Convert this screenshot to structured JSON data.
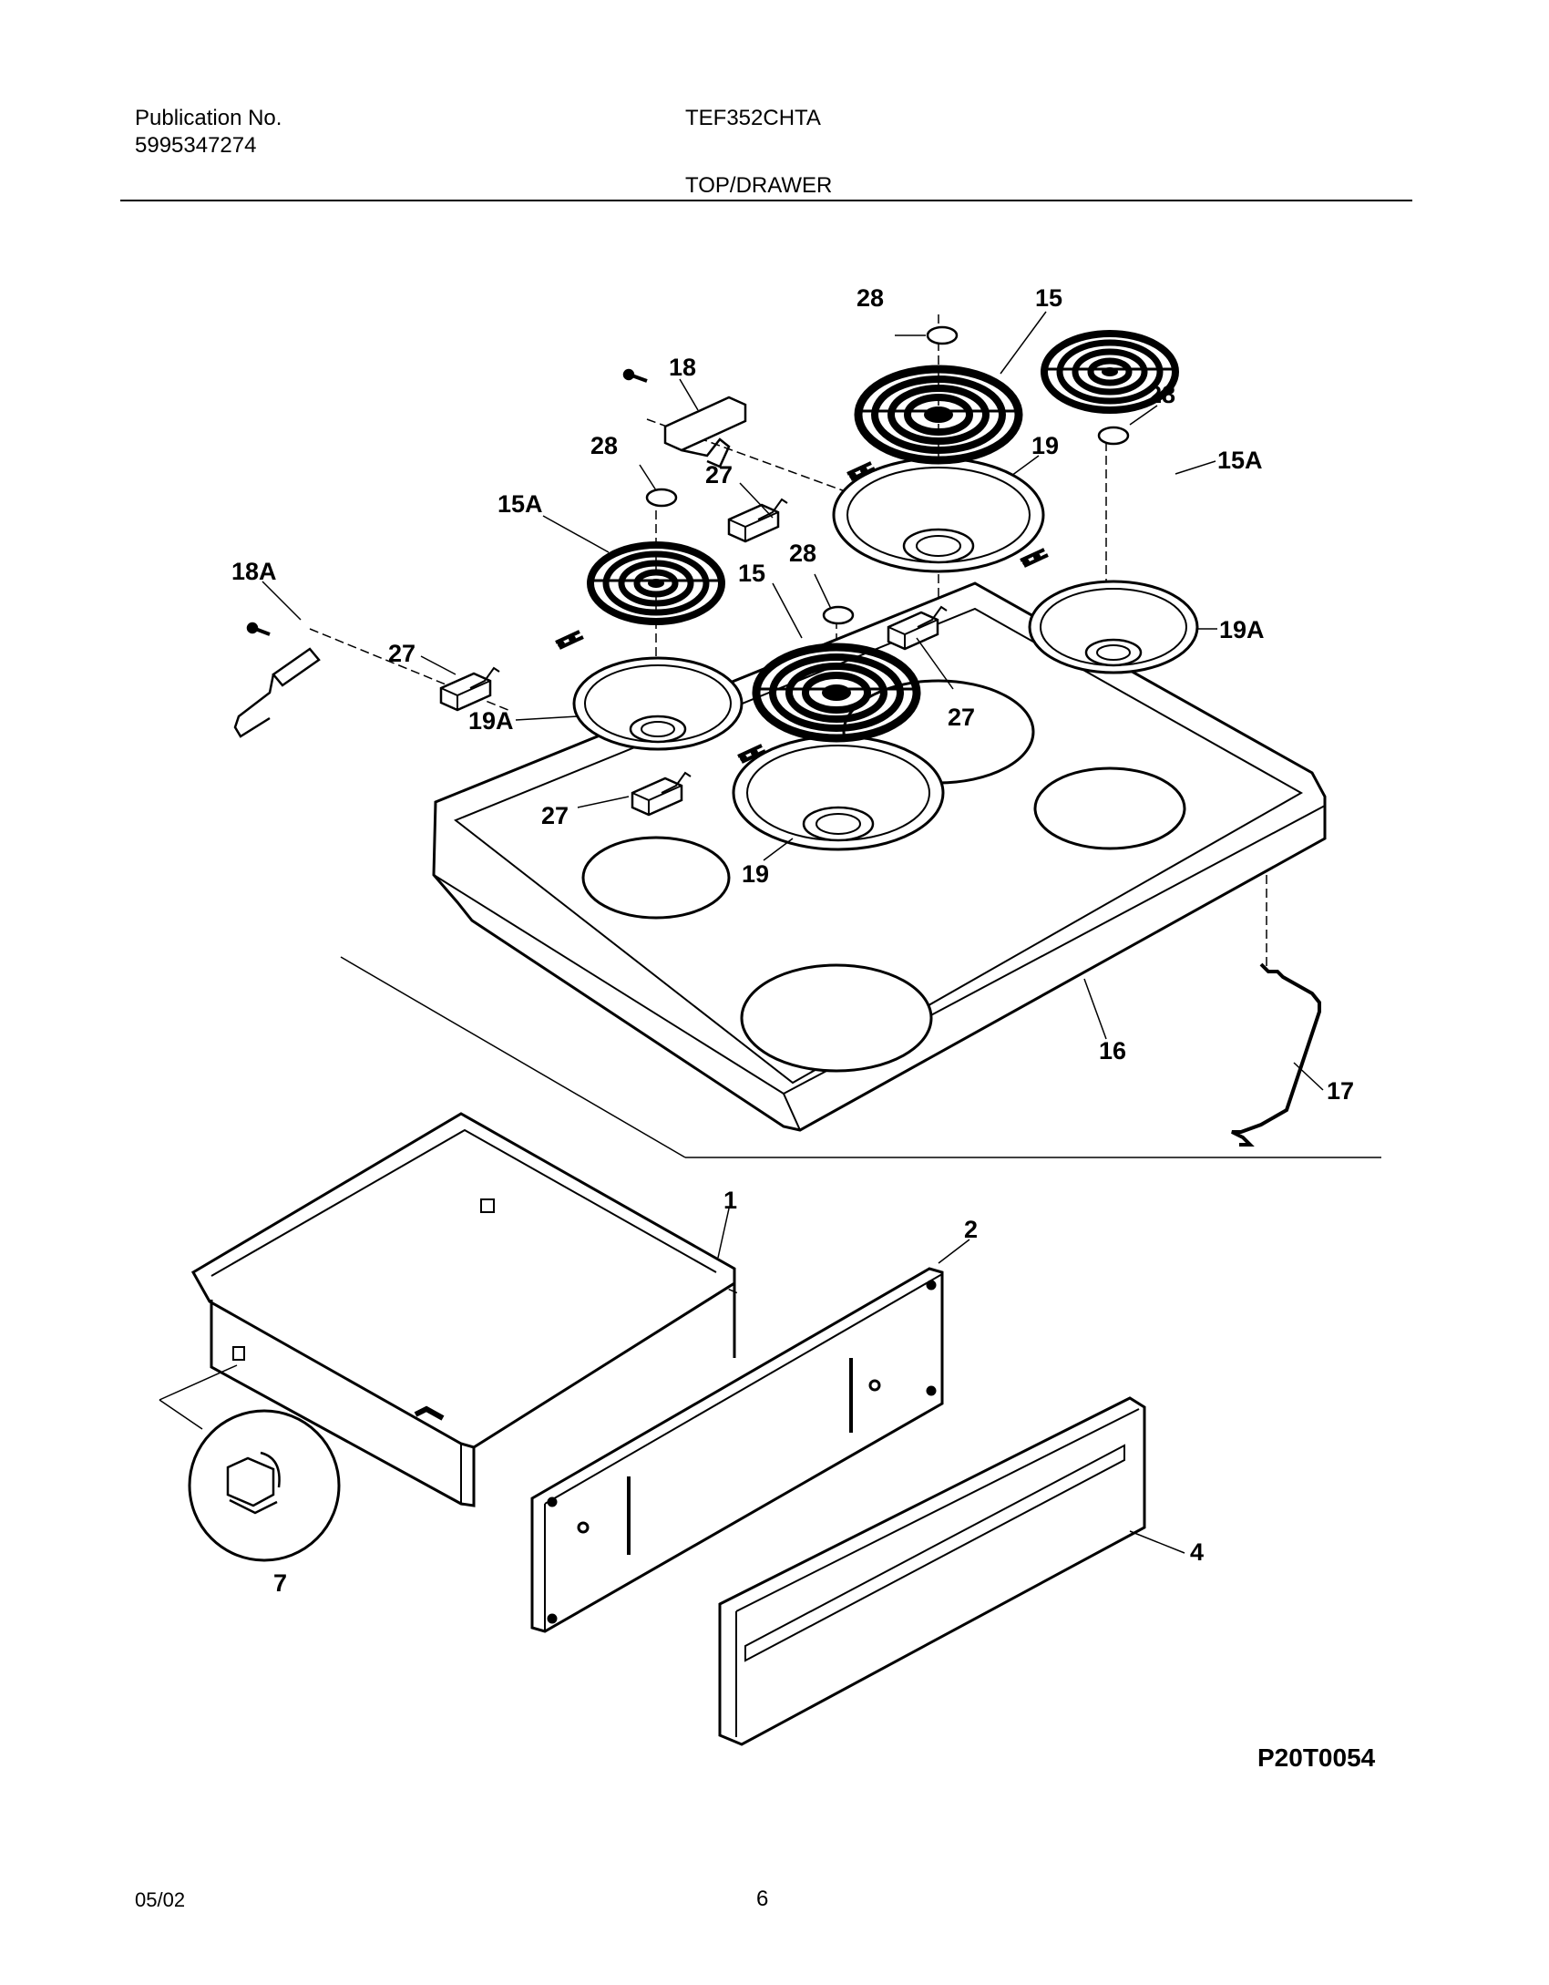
{
  "header": {
    "publication_label": "Publication No.",
    "publication_number": "5995347274",
    "model": "TEF352CHTA",
    "section_title": "TOP/DRAWER"
  },
  "diagram": {
    "callouts": {
      "c28_top": "28",
      "c15_top": "15",
      "c18": "18",
      "c28_right": "28",
      "c28_left": "28",
      "c19_top": "19",
      "c15a_right": "15A",
      "c27_top": "27",
      "c15a_left": "15A",
      "c18a": "18A",
      "c28_mid": "28",
      "c15_mid": "15",
      "c19a_right": "19A",
      "c27_left": "27",
      "c27_right": "27",
      "c19a_left": "19A",
      "c27_bottom": "27",
      "c19_bottom": "19",
      "c16": "16",
      "c17": "17",
      "c1": "1",
      "c2": "2",
      "c4": "4",
      "c7": "7"
    },
    "figure_code": "P20T0054"
  },
  "footer": {
    "date": "05/02",
    "page": "6"
  }
}
